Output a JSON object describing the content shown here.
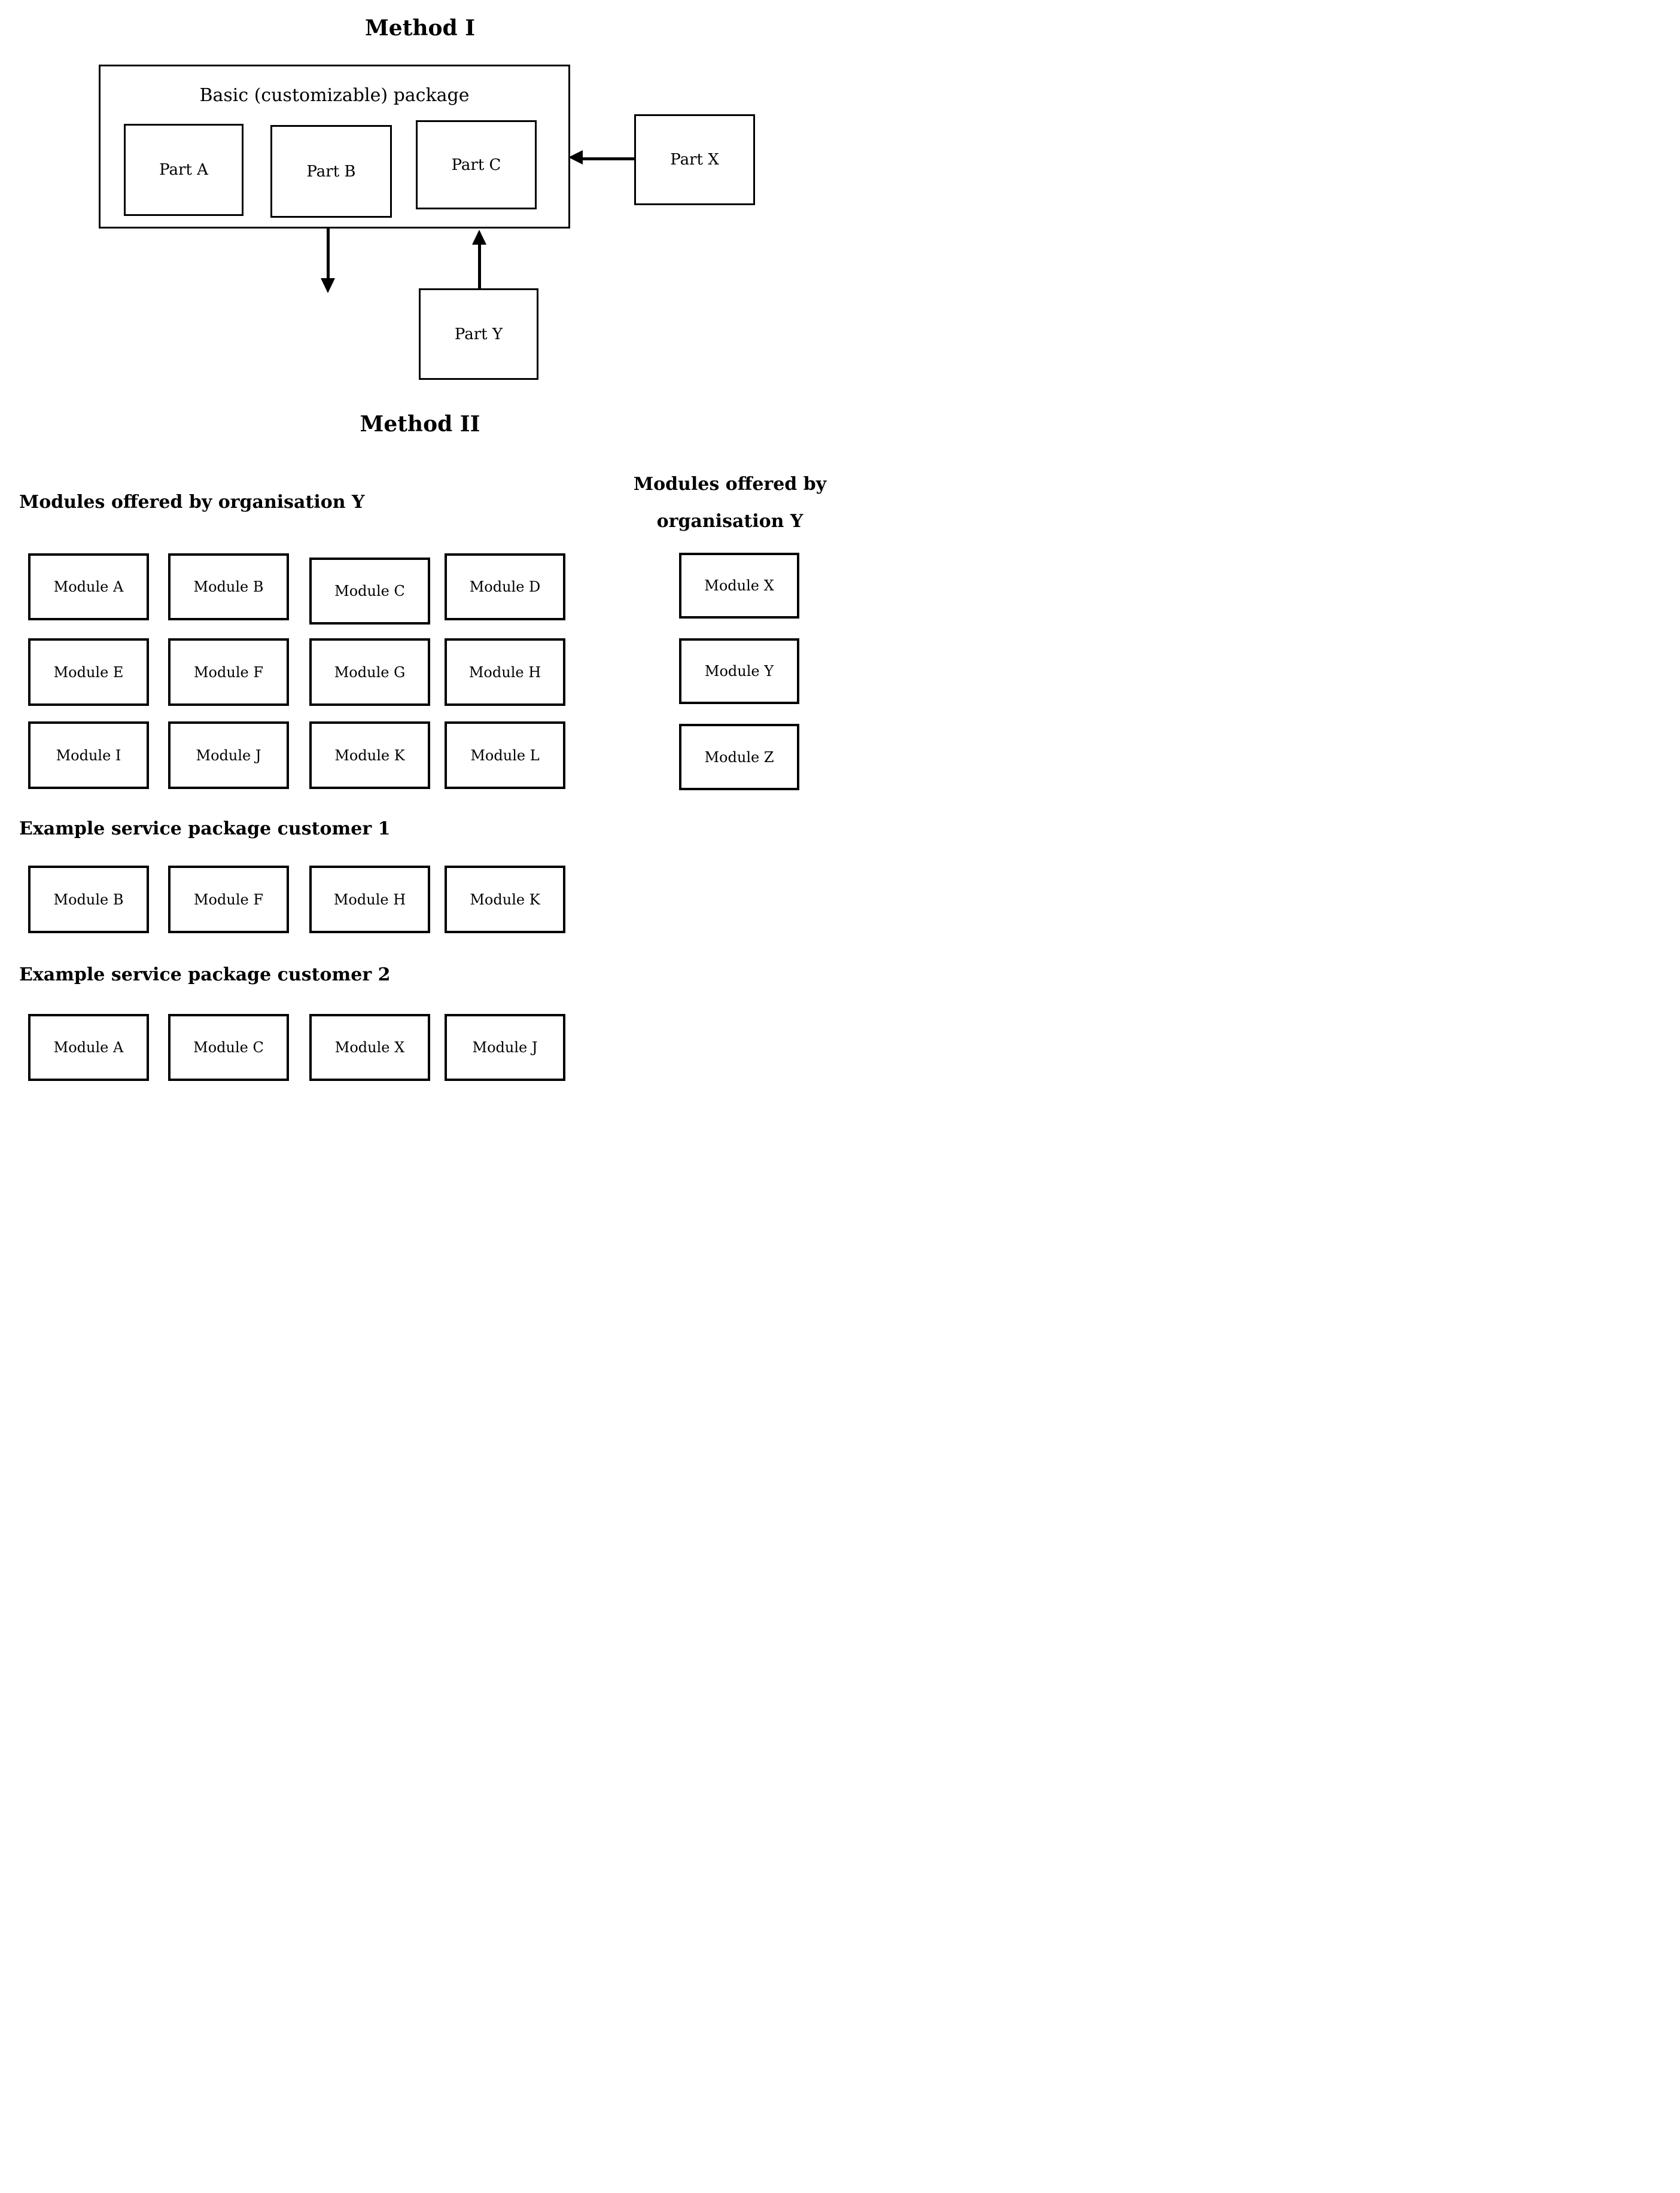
{
  "method1": {
    "title": "Method I",
    "package_label": "Basic (customizable) package",
    "parts": [
      "Part A",
      "Part B",
      "Part C"
    ],
    "part_x": "Part X",
    "part_y": "Part Y"
  },
  "method2": {
    "title": "Method II",
    "left_heading": "Modules offered by organisation Y",
    "right_heading_line1": "Modules offered by",
    "right_heading_line2": "organisation Y",
    "grid": [
      "Module A",
      "Module B",
      "Module C",
      "Module D",
      "Module E",
      "Module F",
      "Module G",
      "Module H",
      "Module I",
      "Module J",
      "Module K",
      "Module L"
    ],
    "right_modules": [
      "Module X",
      "Module Y",
      "Module Z"
    ],
    "customer1_heading": "Example service package customer 1",
    "customer1_modules": [
      "Module B",
      "Module F",
      "Module H",
      "Module K"
    ],
    "customer2_heading": "Example service package customer 2",
    "customer2_modules": [
      "Module A",
      "Module C",
      "Module X",
      "Module J"
    ]
  },
  "colors": {
    "ink": "#000000",
    "paper": "#ffffff"
  }
}
